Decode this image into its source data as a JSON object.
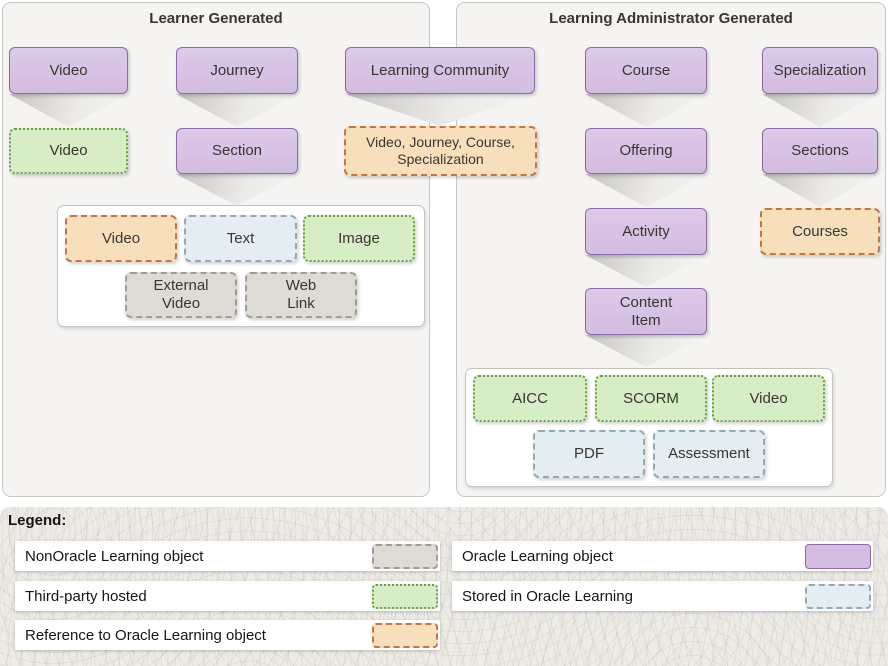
{
  "left_panel": {
    "title": "Learner Generated",
    "boxes": {
      "video_top": "Video",
      "journey": "Journey",
      "learning_community": "Learning Community",
      "video_hosted": "Video",
      "section": "Section",
      "reference_combo": "Video, Journey, Course,\nSpecialization",
      "video_ref": "Video",
      "text": "Text",
      "image": "Image",
      "external_video": "External\nVideo",
      "web_link": "Web\nLink"
    }
  },
  "right_panel": {
    "title": "Learning Administrator Generated",
    "boxes": {
      "course": "Course",
      "specialization": "Specialization",
      "offering": "Offering",
      "sections": "Sections",
      "activity": "Activity",
      "courses_ref": "Courses",
      "content_item": "Content\nItem",
      "aicc": "AICC",
      "scorm": "SCORM",
      "video": "Video",
      "pdf": "PDF",
      "assessment": "Assessment"
    }
  },
  "legend": {
    "title": "Legend:",
    "left": [
      {
        "label": "NonOracle Learning object",
        "swatch": "gray-dashed"
      },
      {
        "label": "Third-party hosted",
        "swatch": "green-dotted"
      },
      {
        "label": "Reference to Oracle Learning object",
        "swatch": "orange-dashed"
      }
    ],
    "right": [
      {
        "label": "Oracle Learning object",
        "swatch": "purple-solid"
      },
      {
        "label": "Stored in Oracle Learning",
        "swatch": "blue-dashed"
      }
    ]
  },
  "colors": {
    "oracle_object_fill": "#d2bce1",
    "oracle_object_border": "#8d6ca6",
    "third_party_fill": "#d7edc6",
    "third_party_border": "#67a147",
    "reference_fill": "#f7dfbb",
    "reference_border": "#c1764a",
    "stored_fill": "#e4eef2",
    "stored_border": "#96a9b3",
    "nonoracle_fill": "#dedbd5",
    "nonoracle_border": "#9e9c96",
    "panel_bg": "#f5f4f2",
    "panel_border": "#c9c7c3",
    "text": "#3a362f"
  }
}
